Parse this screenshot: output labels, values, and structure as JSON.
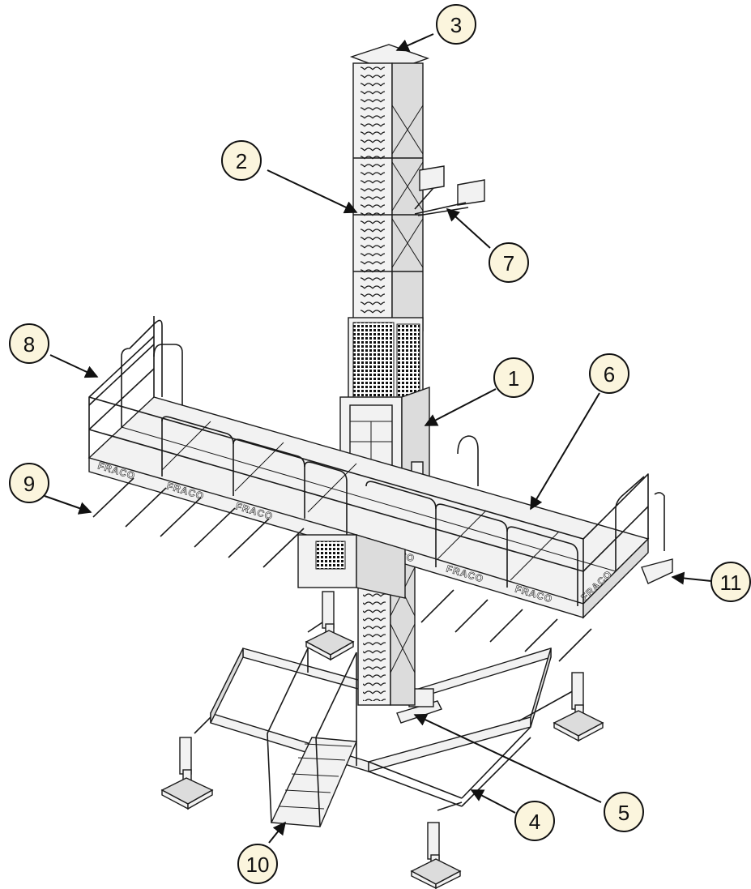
{
  "brand_label": "FRACO",
  "callouts": [
    {
      "label": "1"
    },
    {
      "label": "2"
    },
    {
      "label": "3"
    },
    {
      "label": "4"
    },
    {
      "label": "5"
    },
    {
      "label": "6"
    },
    {
      "label": "7"
    },
    {
      "label": "8"
    },
    {
      "label": "9"
    },
    {
      "label": "10"
    },
    {
      "label": "11"
    }
  ]
}
